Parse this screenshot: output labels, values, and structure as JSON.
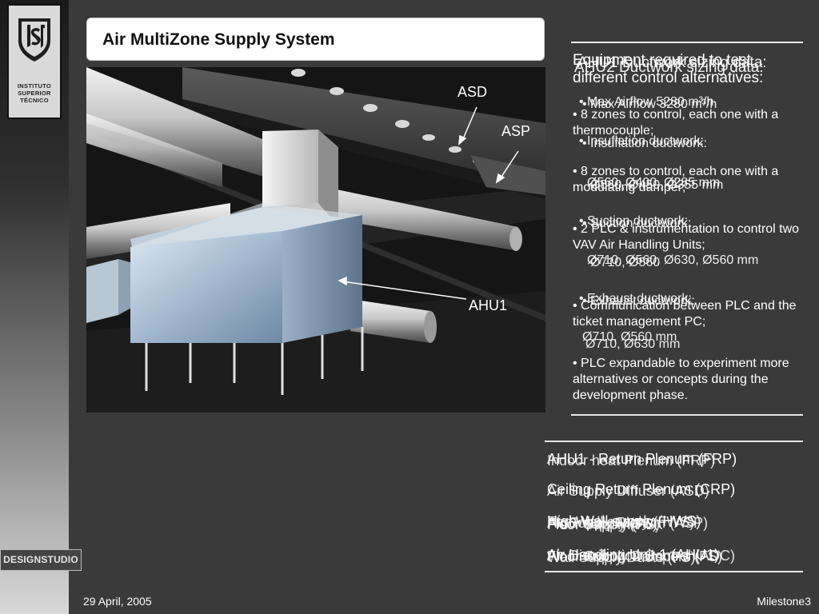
{
  "branding": {
    "logo_lines": [
      "INSTITUTO",
      "SUPERIOR",
      "TÉCNICO"
    ],
    "design_studio": "DESIGNSTUDIO"
  },
  "slide": {
    "title": "Air MultiZone Supply System"
  },
  "render_labels": {
    "asd": "ASD",
    "asp": "ASP",
    "ahu1": "AHU1"
  },
  "equipment_panel": {
    "title": "Equipment required to test different control alternatives:",
    "items": [
      "• 8 zones to control, each one with a thermocouple;",
      "• 8 zones to control, each one with a modulating damper;",
      "• 2 PLC & instrumentation to control two VAV Air Handling Units;",
      "• Communication between PLC and the ticket management PC;",
      "• PLC expandable to experiment more alternatives or concepts during the development phase."
    ]
  },
  "overlap_panels": [
    {
      "title": "AHU1 Ductwork sizing data:",
      "items": [
        "• Max Airflow 5280 m³/h",
        "• Insuflation ductwork:",
        "Ø560, Ø400, Ø285 mm",
        "• Suction ductwork:",
        "Ø710, Ø560, Ø630, Ø560 mm",
        "• Exhaust ductwork:",
        "Ø710, Ø560 mm"
      ]
    },
    {
      "title": "AHU2 Ductwork sizing data:",
      "items": [
        "• Max Airflow 3280 m³/h",
        "• Insuflation ductwork:",
        "Ø560, Ø450, Ø355 mm",
        "• Suction ductwork:",
        "Ø710, Ø560",
        "• Exhaust ductwork:",
        "Ø710, Ø630 mm"
      ]
    }
  ],
  "legend_rows": [
    [
      "AHU1 - Return Plenum (FRP)",
      "Indoor heat Plenum (FRP)"
    ],
    [
      "Ceiling Return Plenum (CRP)",
      "Air Supply Diffuser (ASD)"
    ],
    [
      "High Wall supply (HWS)",
      "Fan Wall supply (FWS)",
      "Air Supply Plenum (ASP)",
      "Floor supply (FS)",
      "Floor Supply (FS)"
    ],
    [
      "Air Handling Unit 1 (AHU1)",
      "Air Distribution Control (ADC)",
      "Floor Supply Dampers (FS)",
      "Wall Supply Ducts (FS)"
    ]
  ],
  "footer": {
    "date": "29 April, 2005",
    "milestone": "Milestone3"
  }
}
